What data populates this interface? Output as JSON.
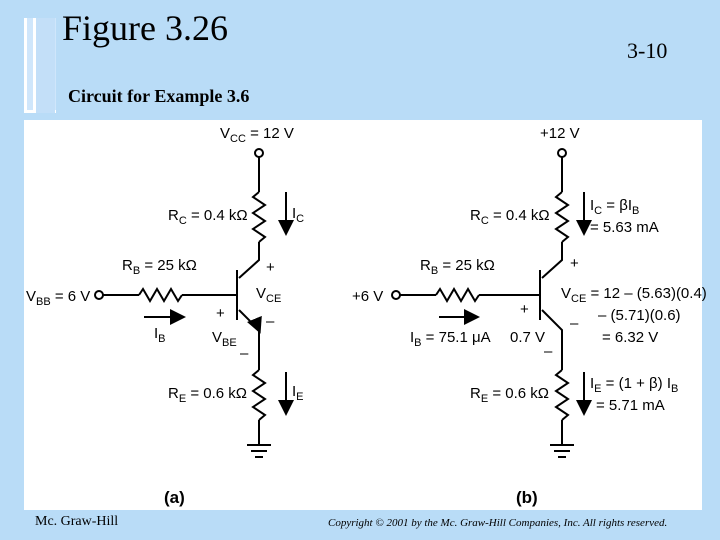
{
  "header": {
    "title": "Figure 3.26",
    "slide_number": "3-10",
    "subtitle": "Circuit for Example 3.6"
  },
  "circuit_a": {
    "panel_label": "(a)",
    "vcc": "V",
    "vcc_sub": "CC",
    "vcc_val": " = 12 V",
    "rc": "R",
    "rc_sub": "C",
    "rc_val": " = 0.4 kΩ",
    "ic": "I",
    "ic_sub": "C",
    "rb": "R",
    "rb_sub": "B",
    "rb_val": " = 25 kΩ",
    "vbb": "V",
    "vbb_sub": "BB",
    "vbb_val": " = 6 V",
    "plus_ce": "+",
    "vce": "V",
    "vce_sub": "CE",
    "minus_ce": "–",
    "plus_be": "+",
    "vbe": "V",
    "vbe_sub": "BE",
    "minus_be": "–",
    "ib": "I",
    "ib_sub": "B",
    "re": "R",
    "re_sub": "E",
    "re_val": " = 0.6 kΩ",
    "ie": "I",
    "ie_sub": "E"
  },
  "circuit_b": {
    "panel_label": "(b)",
    "vcc_val": "+12 V",
    "rc": "R",
    "rc_sub": "C",
    "rc_val": " = 0.4 kΩ",
    "ic_line1_a": "I",
    "ic_line1_sub": "C",
    "ic_line1_b": " = βI",
    "ic_line1_sub2": "B",
    "ic_line2": "= 5.63 mA",
    "rb": "R",
    "rb_sub": "B",
    "rb_val": " = 25 kΩ",
    "vin": "+6 V",
    "plus_ce": "+",
    "vce_a": "V",
    "vce_sub": "CE",
    "vce_line1": " = 12 – (5.63)(0.4)",
    "vce_line2": "– (5.71)(0.6)",
    "vce_line3": "= 6.32 V",
    "plus_be": "+",
    "minus_ce": "–",
    "vbe_val": "0.7 V",
    "minus_be": "–",
    "ib": "I",
    "ib_sub": "B",
    "ib_val": " = 75.1 μA",
    "re": "R",
    "re_sub": "E",
    "re_val": " = 0.6 kΩ",
    "ie_line1_a": "I",
    "ie_line1_sub": "E",
    "ie_line1_b": " = (1 + β) I",
    "ie_line1_sub2": "B",
    "ie_line2": "= 5.71 mA"
  },
  "footer": {
    "publisher": "Mc. Graw-Hill",
    "copyright": "Copyright © 2001 by the Mc. Graw-Hill Companies, Inc. All rights reserved."
  }
}
